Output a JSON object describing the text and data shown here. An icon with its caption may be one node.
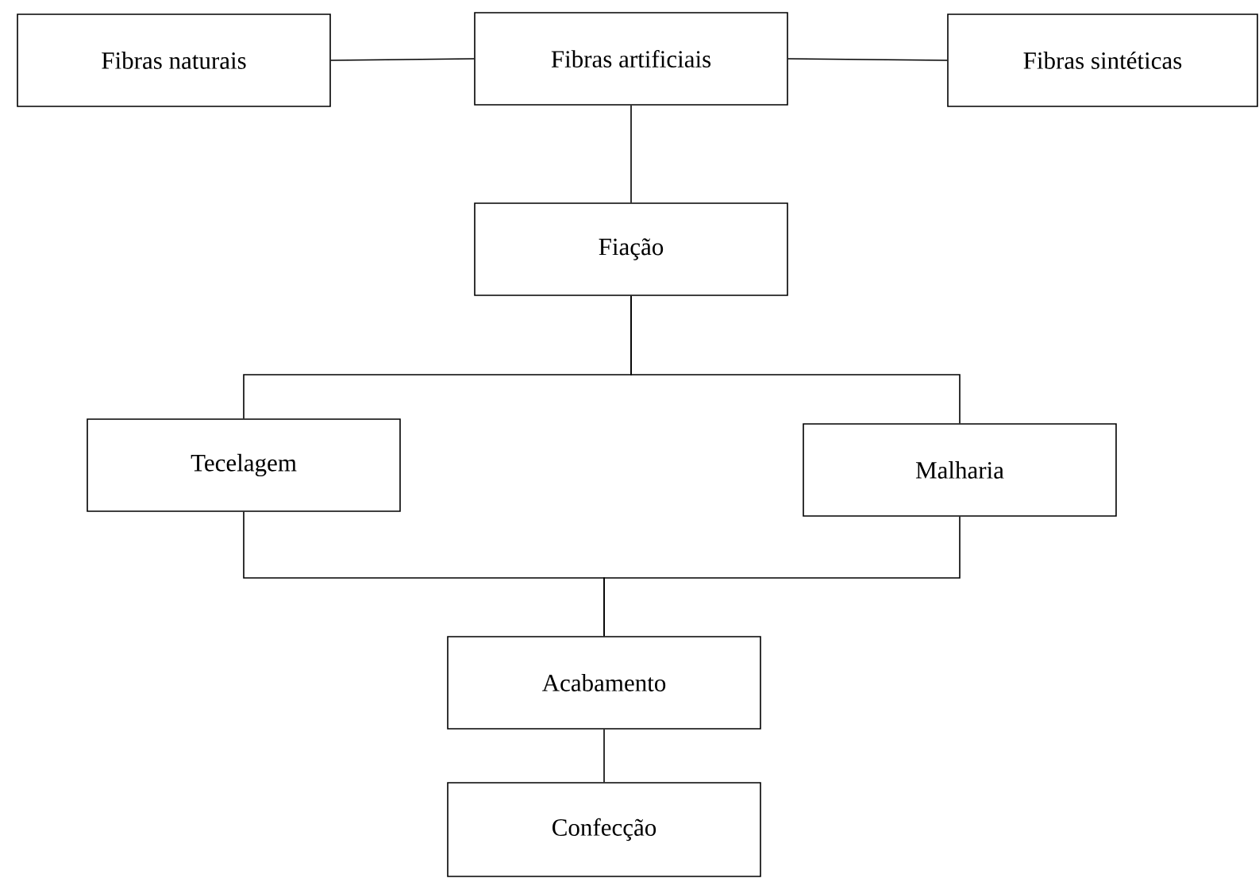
{
  "diagram": {
    "nodes": [
      {
        "text": [
          "Fibras naturais"
        ]
      },
      {
        "text": [
          "Fibras artificiais"
        ]
      },
      {
        "text": [
          "Fibras sintéticas"
        ]
      },
      {
        "text": [
          "Fiação"
        ]
      },
      {
        "text": [
          "Tecelagem"
        ]
      },
      {
        "text": [
          "Malharia"
        ]
      },
      {
        "text": [
          "Acabamento"
        ]
      },
      {
        "text": [
          "Confecção"
        ]
      }
    ],
    "edges": [
      {
        "from": 0,
        "to": 1,
        "arrow": "none"
      },
      {
        "from": 1,
        "to": 2,
        "arrow": "none"
      },
      {
        "from": 1,
        "to": 3,
        "arrow": "none"
      },
      {
        "from": 3,
        "to": 4,
        "arrow": "none"
      },
      {
        "from": 3,
        "to": 5,
        "arrow": "none"
      },
      {
        "from": 4,
        "to": 6,
        "arrow": "none"
      },
      {
        "from": 5,
        "to": 6,
        "arrow": "none"
      },
      {
        "from": 6,
        "to": 7,
        "arrow": "none"
      }
    ]
  }
}
